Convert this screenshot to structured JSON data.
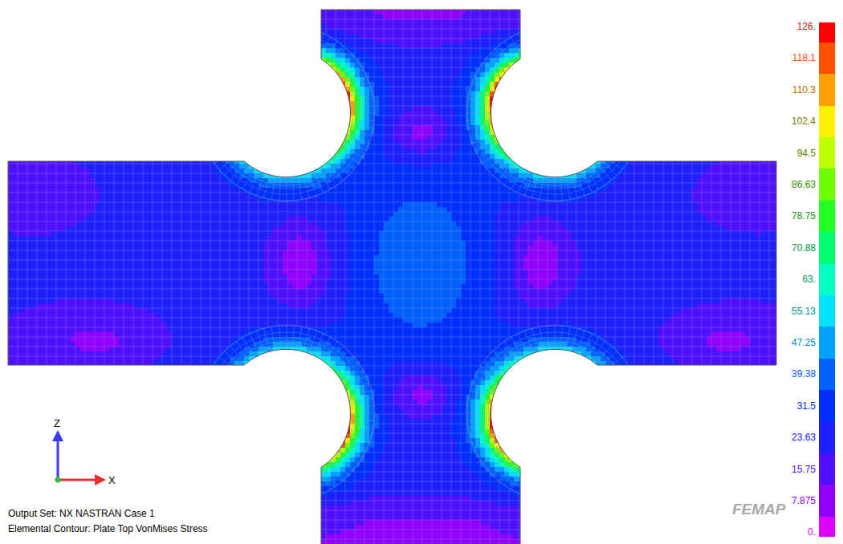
{
  "diagram": {
    "labels": [
      "Z",
      "X",
      "Output Set: NX NASTRAN Case 1",
      "Elemental Contour: Plate Top VonMises Stress",
      "FEMAP"
    ],
    "legend": [
      {
        "text": "126.",
        "color": "#ff0000"
      },
      {
        "text": "118.1",
        "color": "#ff5000"
      },
      {
        "text": "110.3",
        "color": "#ffa000"
      },
      {
        "text": "102.4",
        "color": "#fff000"
      },
      {
        "text": "94.5",
        "color": "#c0ff00"
      },
      {
        "text": "86.63",
        "color": "#70ff00"
      },
      {
        "text": "78.75",
        "color": "#20ff20"
      },
      {
        "text": "70.88",
        "color": "#00ff70"
      },
      {
        "text": "63.",
        "color": "#00ffc0"
      },
      {
        "text": "55.13",
        "color": "#00e0ff"
      },
      {
        "text": "47.25",
        "color": "#00a0ff"
      },
      {
        "text": "39.38",
        "color": "#0060ff"
      },
      {
        "text": "31.5",
        "color": "#0030ff"
      },
      {
        "text": "23.63",
        "color": "#2020ff"
      },
      {
        "text": "15.75",
        "color": "#5010ff"
      },
      {
        "text": "7.875",
        "color": "#9000ff"
      },
      {
        "text": "0.",
        "color": "#e000ff"
      }
    ]
  }
}
